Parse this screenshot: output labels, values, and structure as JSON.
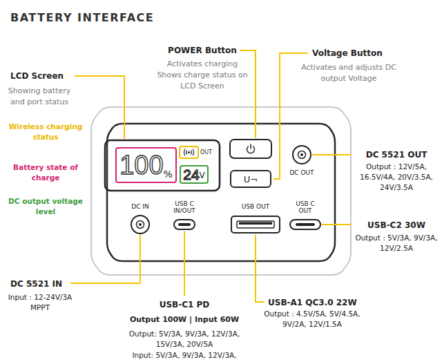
{
  "diagram": {
    "title": "BATTERY INTERFACE",
    "nodes": [
      {
        "text": [
          "100",
          "%"
        ]
      },
      {
        "text": [
          "24",
          "V"
        ]
      },
      {
        "text": [
          "U¬"
        ]
      }
    ],
    "labels": [
      "POWER Button",
      "Activates charging Shows charge status on LCD Screen",
      "Voltage Button",
      "Activates and adjusts DC output Voltage",
      "LCD Screen",
      "Showing battery and port status",
      "Wireless charging status",
      "Battery state of charge",
      "DC output voltage level",
      "OUT",
      "DC OUT",
      "DC 5521 OUT",
      "Output : 12V/5A, 16.5V/4A, 20V/3.5A, 24V/3.5A",
      "DC IN",
      "USB C IN/OUT",
      "USB OUT",
      "USB C OUT",
      "USB-C2 30W",
      "Output : 5V/3A, 9V/3A, 12V/2.5A",
      "DC 5521 IN",
      "Input : 12-24V/3A MPPT",
      "USB-C1 PD",
      "Output 100W | Input 60W",
      "Output: 5V/3A, 9V/3A, 12V/3A, 15V/3A, 20V/5A",
      "Input: 5V/3A, 9V/3A, 12V/3A,",
      "USB-A1 QC3.0 22W",
      "Output : 4.5V/5A, 5V/4.5A, 9V/2A, 12V/1.5A"
    ]
  }
}
